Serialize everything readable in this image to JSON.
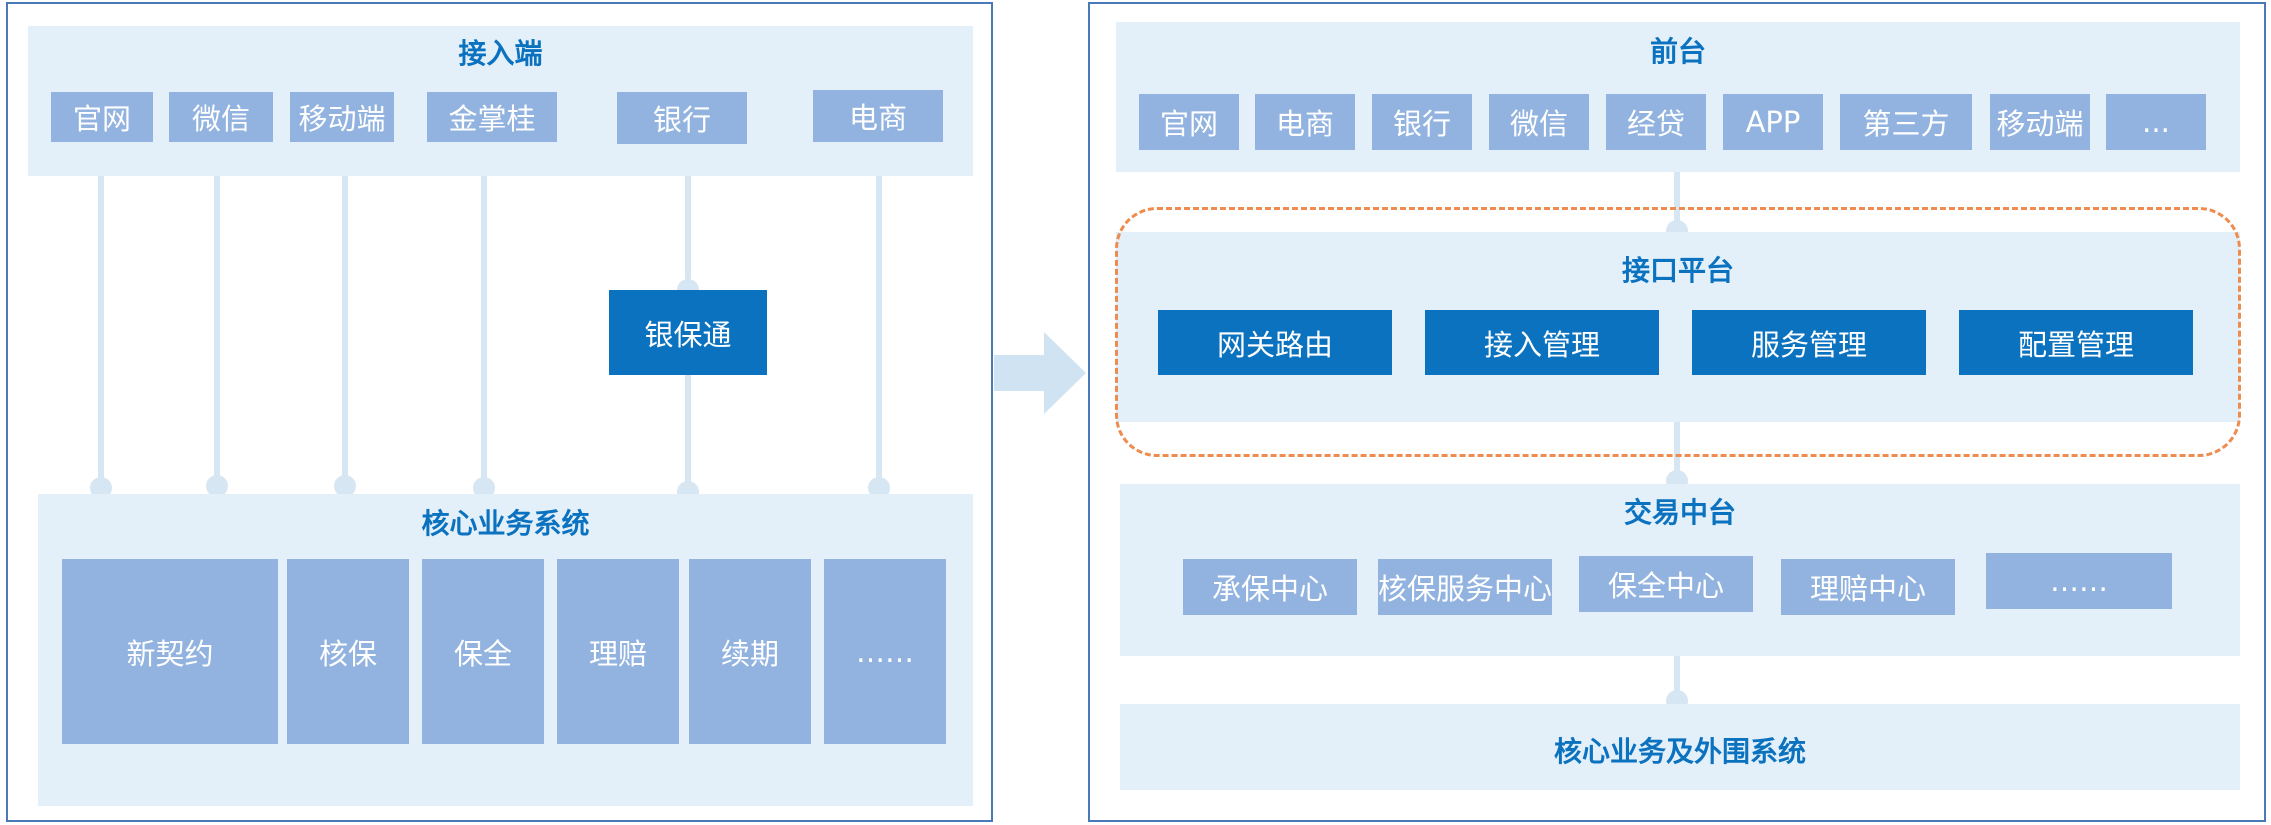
{
  "left": {
    "access_title": "接入端",
    "channels": [
      "官网",
      "微信",
      "移动端",
      "金掌桂",
      "银行",
      "电商"
    ],
    "middleware": "银保通",
    "core_title": "核心业务系统",
    "core_modules": [
      "新契约",
      "核保",
      "保全",
      "理赔",
      "续期",
      "……"
    ]
  },
  "right": {
    "front_title": "前台",
    "front_channels": [
      "官网",
      "电商",
      "银行",
      "微信",
      "经贷",
      "APP",
      "第三方",
      "移动端",
      "..."
    ],
    "interface_title": "接口平台",
    "interface_modules": [
      "网关路由",
      "接入管理",
      "服务管理",
      "配置管理"
    ],
    "trade_title": "交易中台",
    "trade_modules": [
      "承保中心",
      "核保服务中心",
      "保全中心",
      "理赔中心",
      "……"
    ],
    "core_title": "核心业务及外围系统"
  },
  "colors": {
    "panel_border": "#4a79b8",
    "band": "#e3eff9",
    "light_box": "#92b3df",
    "dark_box": "#0b72bf",
    "title": "#0b72bf",
    "dashed": "#ee8c4f",
    "arrow": "#cfe3f2"
  },
  "icons": {
    "transition": "arrow-right-icon"
  }
}
